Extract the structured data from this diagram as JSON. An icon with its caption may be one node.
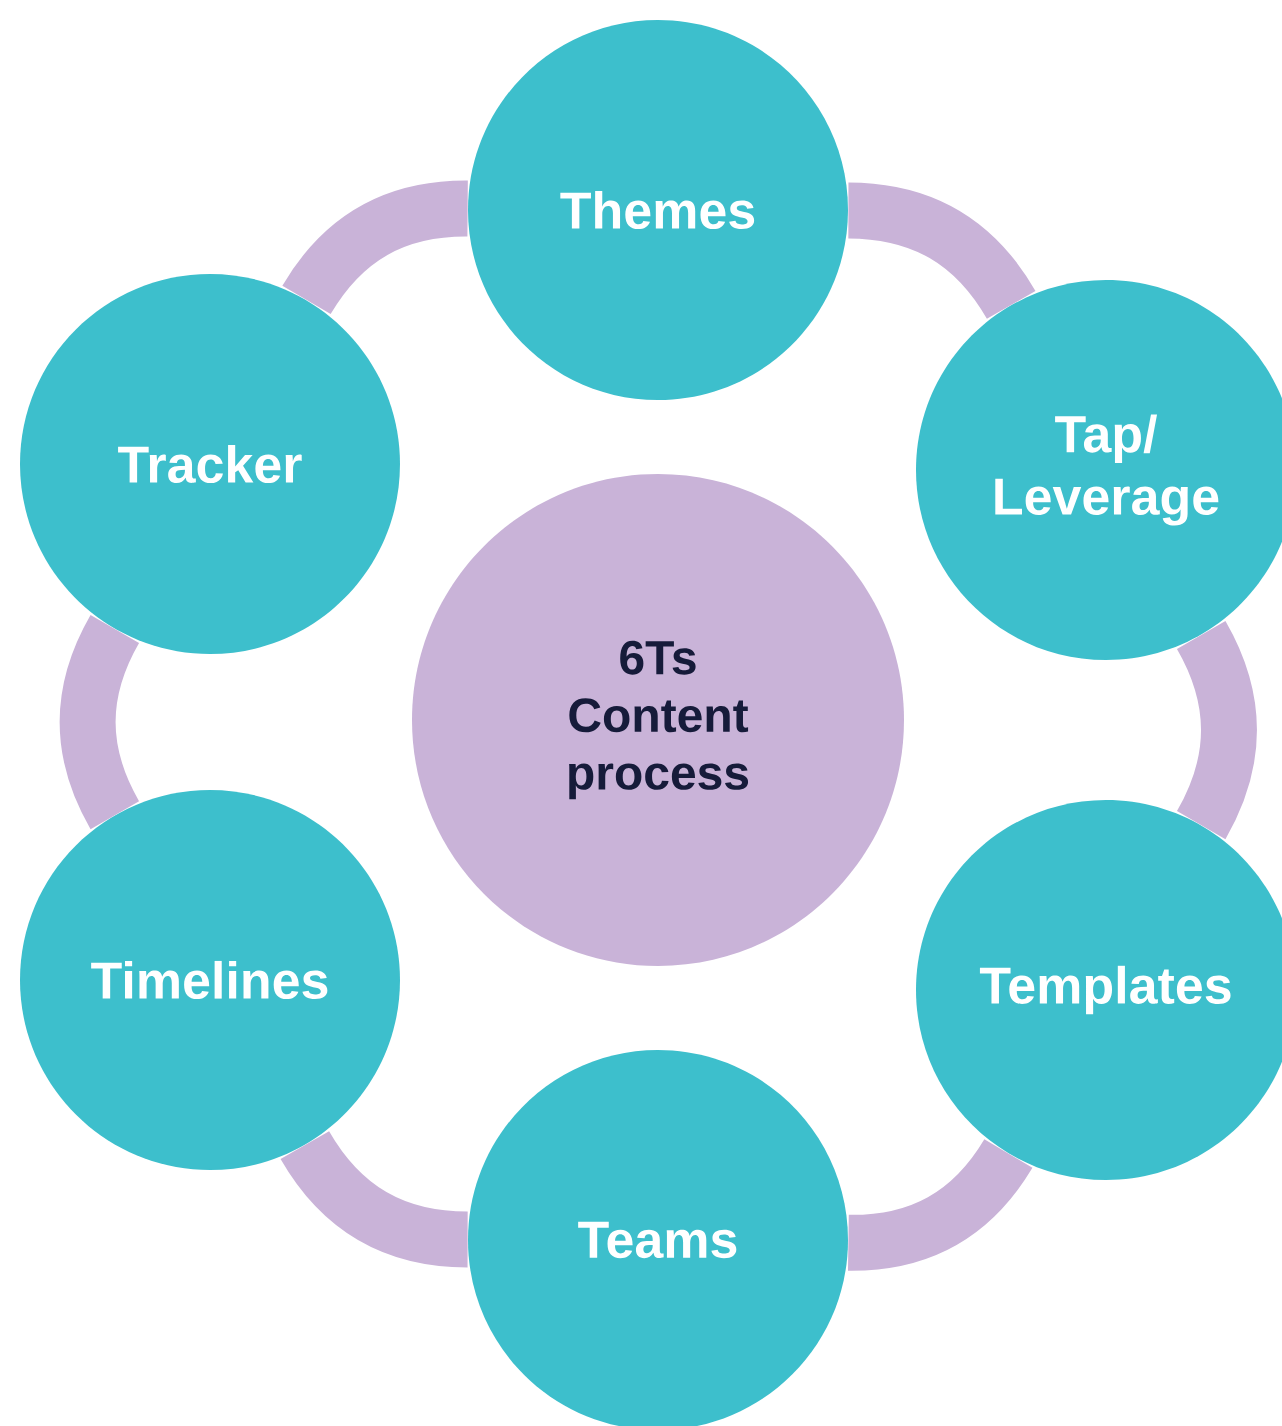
{
  "diagram": {
    "nodes": [
      {
        "text": [
          "6Ts Content process"
        ]
      },
      {
        "text": [
          "Themes"
        ]
      },
      {
        "text": [
          "Tap/ Leverage"
        ]
      },
      {
        "text": [
          "Templates"
        ]
      },
      {
        "text": [
          "Teams"
        ]
      },
      {
        "text": [
          "Timelines"
        ]
      },
      {
        "text": [
          "Tracker"
        ]
      }
    ],
    "edges": [
      {
        "from": 1,
        "to": 2,
        "arrow": "none"
      },
      {
        "from": 2,
        "to": 3,
        "arrow": "none"
      },
      {
        "from": 3,
        "to": 4,
        "arrow": "none"
      },
      {
        "from": 4,
        "to": 5,
        "arrow": "none"
      },
      {
        "from": 5,
        "to": 6,
        "arrow": "none"
      },
      {
        "from": 6,
        "to": 1,
        "arrow": "none"
      }
    ]
  }
}
